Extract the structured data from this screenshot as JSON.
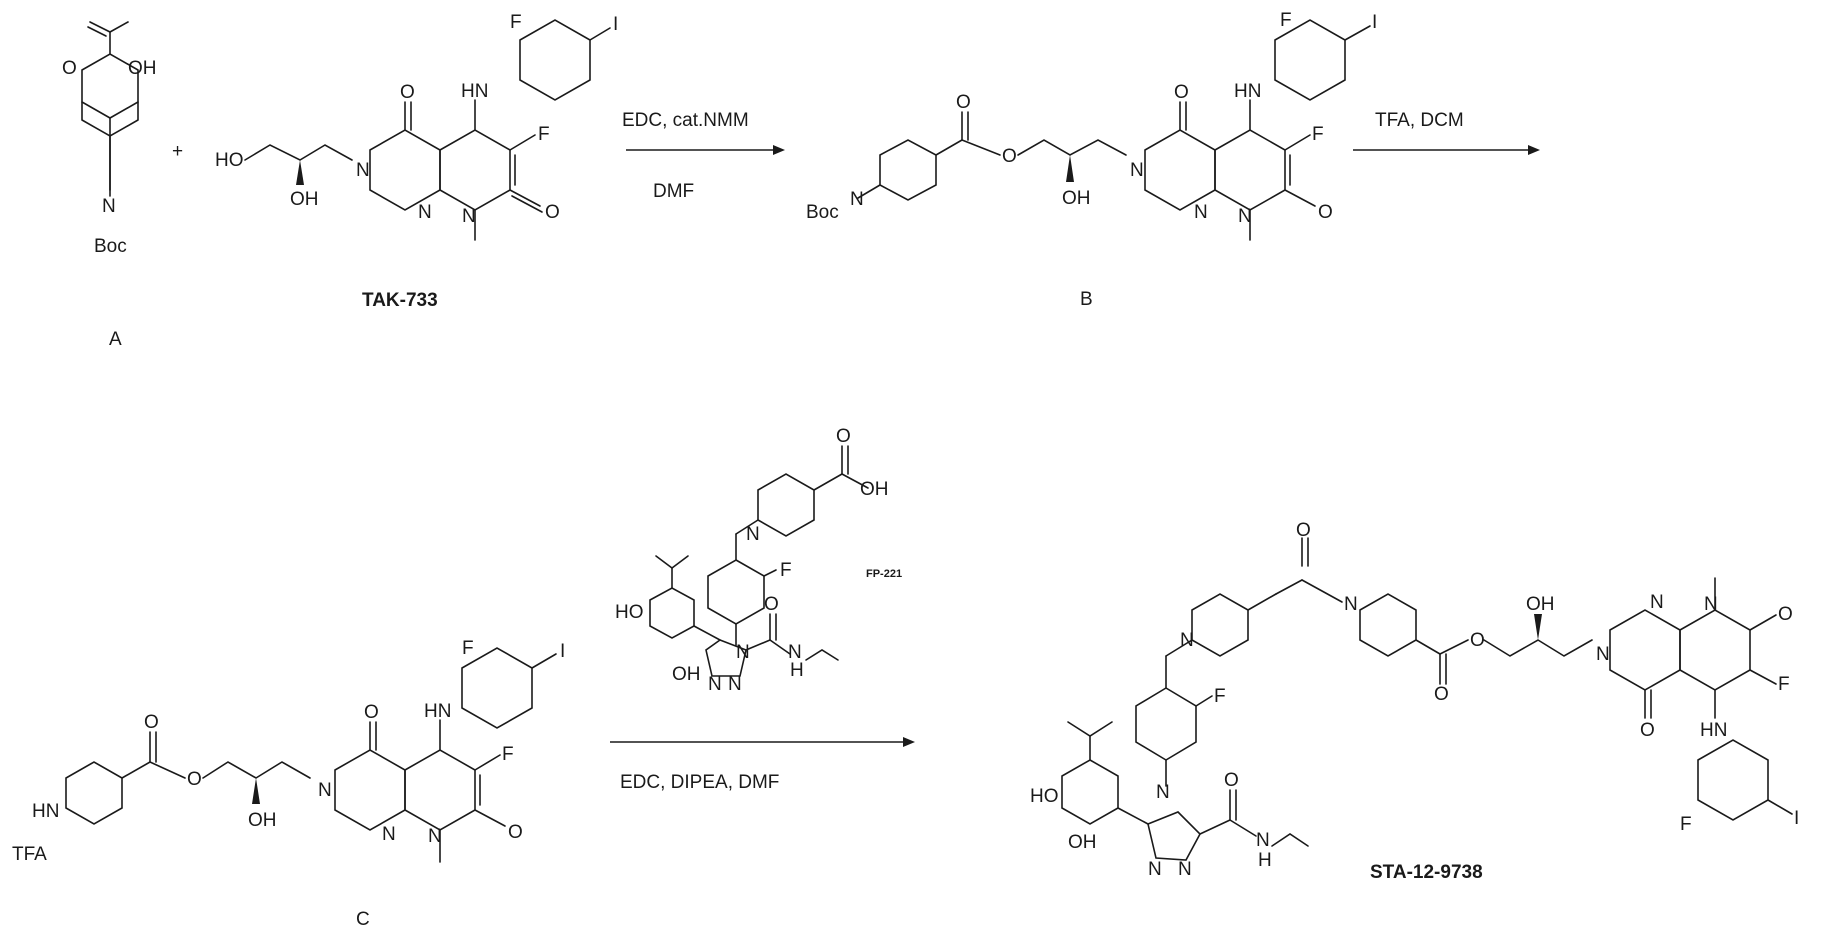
{
  "scheme": {
    "compounds": {
      "a": "A",
      "tak733": "TAK-733",
      "b": "B",
      "c": "C",
      "fp221": "FP-221",
      "product": "STA-12-9738",
      "tfa_salt": "TFA"
    },
    "step1": {
      "above": "EDC, cat.NMM",
      "below": "DMF"
    },
    "step2": {
      "above": "TFA, DCM"
    },
    "step3": {
      "below": "EDC, DIPEA, DMF"
    },
    "plus": "+",
    "atoms": {
      "O": "O",
      "OH": "OH",
      "HO": "HO",
      "N": "N",
      "F": "F",
      "I": "I",
      "HN": "HN",
      "H": "H",
      "Boc": "Boc"
    }
  }
}
